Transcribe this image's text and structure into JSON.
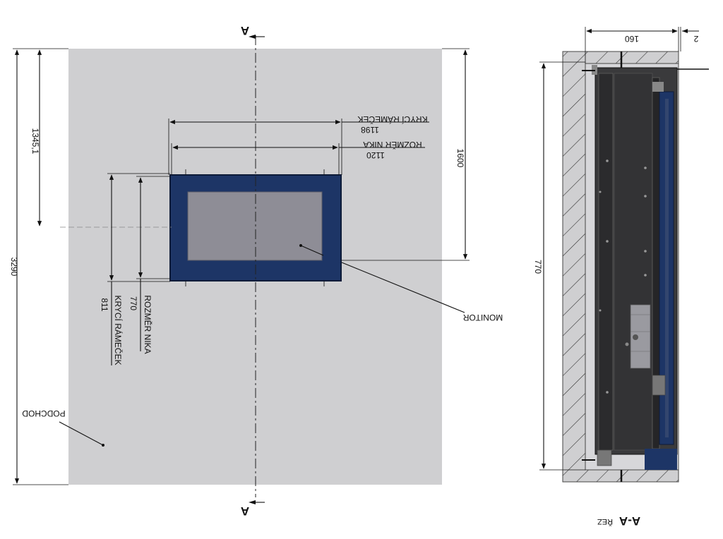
{
  "front_view": {
    "section_marker_letter": "A",
    "dim_total_height": "3290",
    "dim_to_center": "1345,1",
    "dim_right_height": "1600",
    "dim_frame_width": "1198",
    "label_frame": "KRYCÍ RÁMEČEK",
    "dim_niche_width": "1120",
    "label_niche": "ROZMĚR NIKA",
    "dim_frame_height": "811",
    "label_frame_height": "KRYCÍ RÁMEČEK",
    "dim_niche_height": "770",
    "label_niche_height": "ROZMĚR NIKA",
    "label_monitor": "MONITOR",
    "label_underpass": "PODCHOD"
  },
  "section_view": {
    "dim_depth": "160",
    "dim_gap": "2",
    "dim_height": "770",
    "title_prefix": "ŘEZ",
    "title_letters": "A-A"
  },
  "colors": {
    "wall": "#cfcfd1",
    "frame_blue": "#1d3566",
    "screen": "#8e8d96",
    "section_body": "#303032"
  }
}
